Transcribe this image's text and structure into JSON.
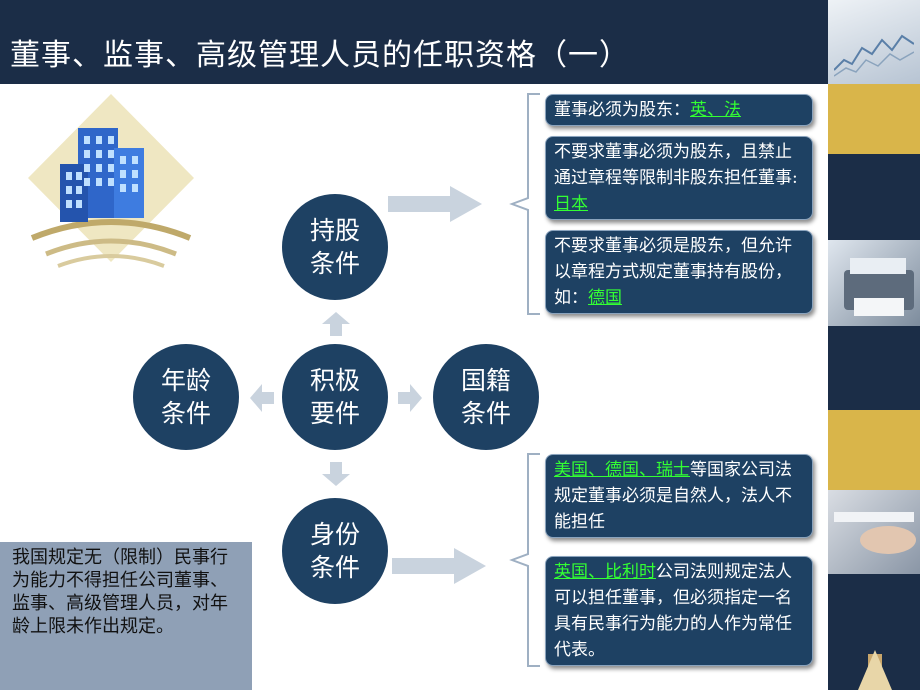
{
  "slide": {
    "title": "董事、监事、高级管理人员的任职资格（一）"
  },
  "circles": {
    "center": {
      "line1": "积极",
      "line2": "要件"
    },
    "shareholding": {
      "line1": "持股",
      "line2": "条件"
    },
    "age": {
      "line1": "年龄",
      "line2": "条件"
    },
    "nationality": {
      "line1": "国籍",
      "line2": "条件"
    },
    "identity": {
      "line1": "身份",
      "line2": "条件"
    }
  },
  "shareholding_boxes": [
    {
      "text": "董事必须为股东：",
      "highlight": "英、法",
      "after": ""
    },
    {
      "text": "不要求董事必须为股东，且禁止通过章程等限制非股东担任董事:",
      "highlight": "日本",
      "after": ""
    },
    {
      "text": "不要求董事必须是股东，但允许以章程方式规定董事持有股份，如：",
      "highlight": "德国",
      "after": ""
    }
  ],
  "identity_boxes": [
    {
      "before": "",
      "highlight": "美国、德国、瑞士",
      "after": "等国家公司法规定董事必须是自然人，法人不能担任"
    },
    {
      "before": "",
      "highlight": "英国、比利时",
      "after": "公司法则规定法人可以担任董事，但必须指定一名具有民事行为能力的人作为常任代表。"
    }
  ],
  "age_note": "我国规定无（限制）民事行为能力不得担任公司董事、监事、高级管理人员，对年龄上限未作出规定。",
  "colors": {
    "header_bg": "#1b2d47",
    "circle_bg": "#1e4163",
    "highlight_text": "#33ff33",
    "note_bg": "#8fa0b6",
    "arrow": "#c9d3de",
    "gold": "#d9b54a"
  }
}
